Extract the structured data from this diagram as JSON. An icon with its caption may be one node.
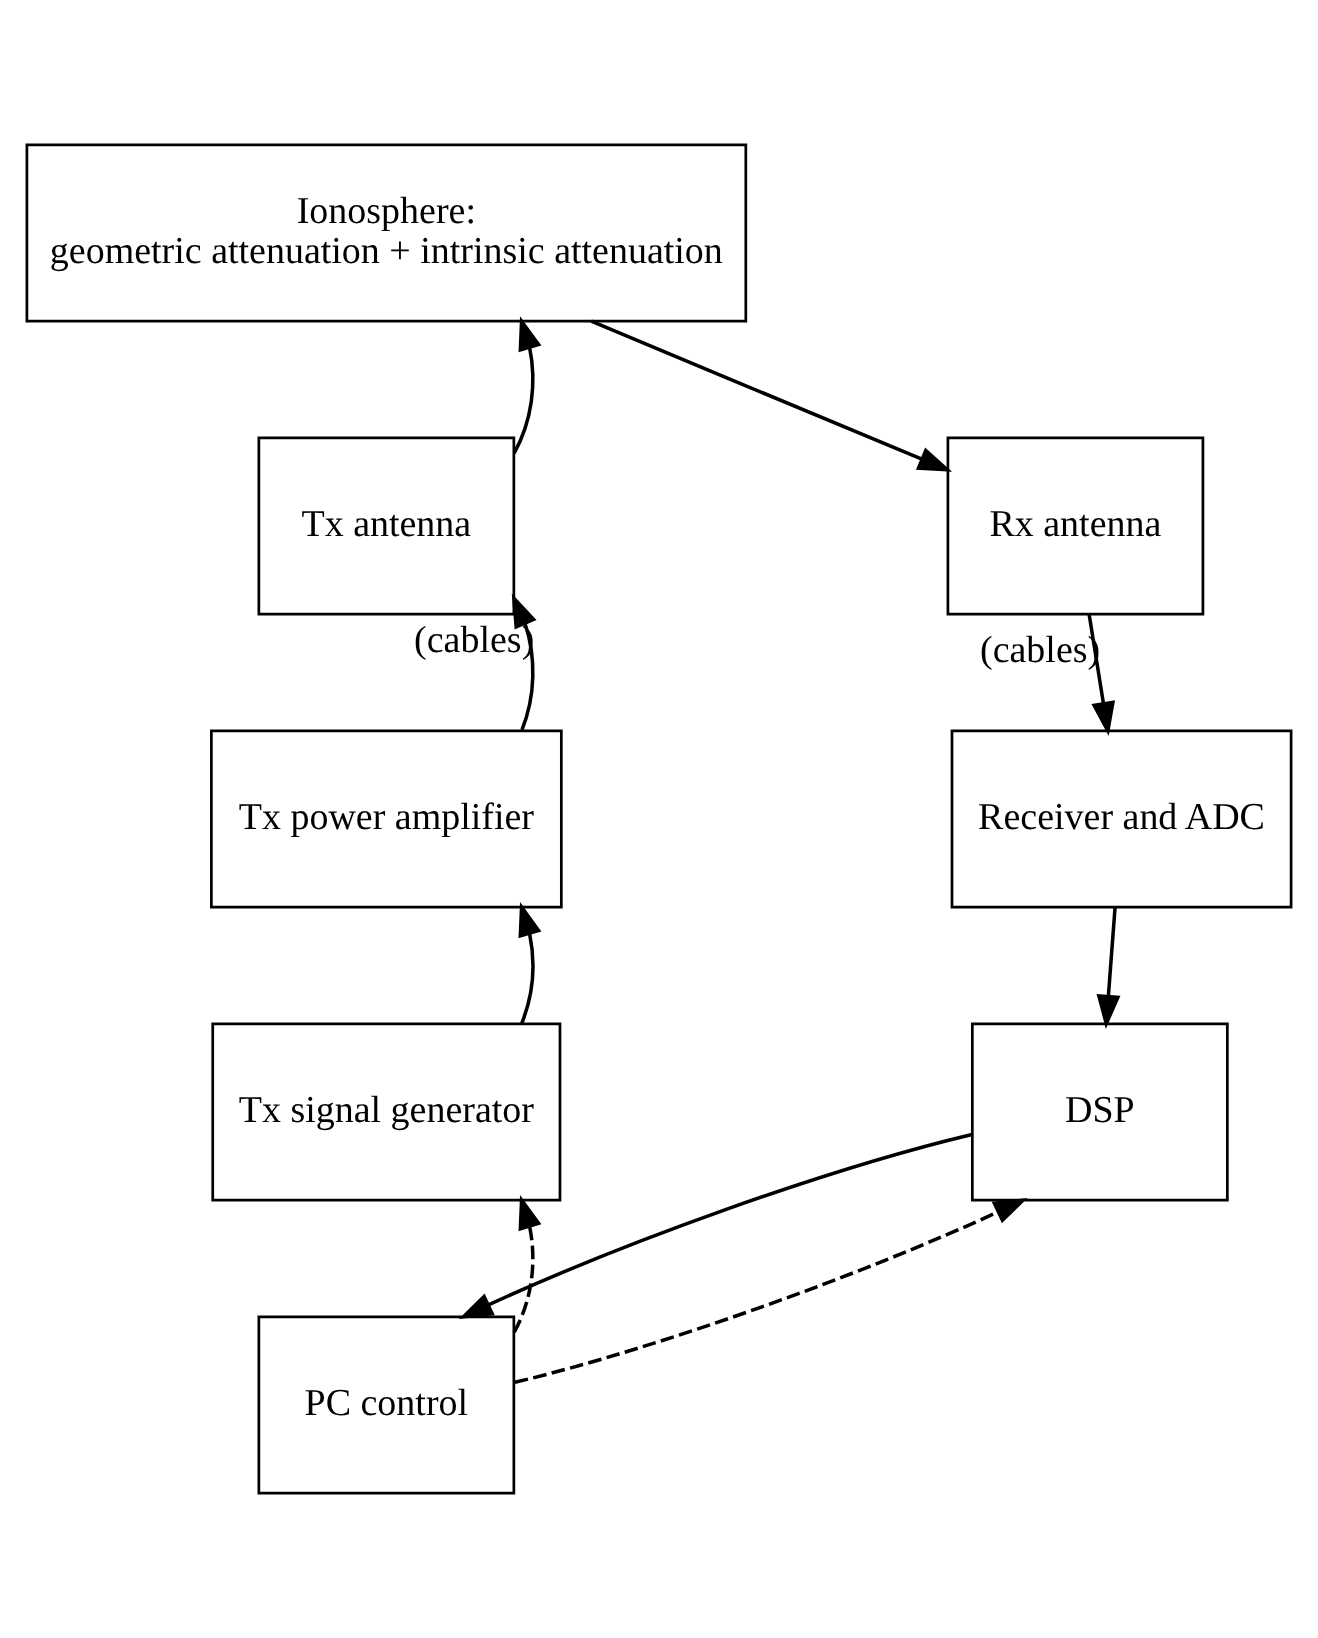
{
  "diagram": {
    "nodes": [
      {
        "text": [
          "Ionosphere:",
          "geometric attenuation + intrinsic attenuation"
        ]
      },
      {
        "text": [
          "Tx antenna"
        ]
      },
      {
        "text": [
          "Rx antenna"
        ]
      },
      {
        "text": [
          "Tx power amplifier"
        ]
      },
      {
        "text": [
          "Receiver and ADC"
        ]
      },
      {
        "text": [
          "Tx signal generator"
        ]
      },
      {
        "text": [
          "DSP"
        ]
      },
      {
        "text": [
          "PC control"
        ]
      }
    ],
    "edges": [
      {
        "from": 1,
        "to": 0,
        "arrow": "to"
      },
      {
        "from": 0,
        "to": 2,
        "arrow": "to"
      },
      {
        "from": 3,
        "to": 1,
        "arrow": "to",
        "label": "(cables)"
      },
      {
        "from": 2,
        "to": 4,
        "arrow": "to",
        "label": "(cables)"
      },
      {
        "from": 5,
        "to": 3,
        "arrow": "to"
      },
      {
        "from": 4,
        "to": 6,
        "arrow": "to"
      },
      {
        "from": 6,
        "to": 7,
        "arrow": "to"
      },
      {
        "from": 7,
        "to": 5,
        "arrow": "to",
        "style": "dashed"
      },
      {
        "from": 7,
        "to": 6,
        "arrow": "to",
        "style": "dashed"
      }
    ]
  }
}
